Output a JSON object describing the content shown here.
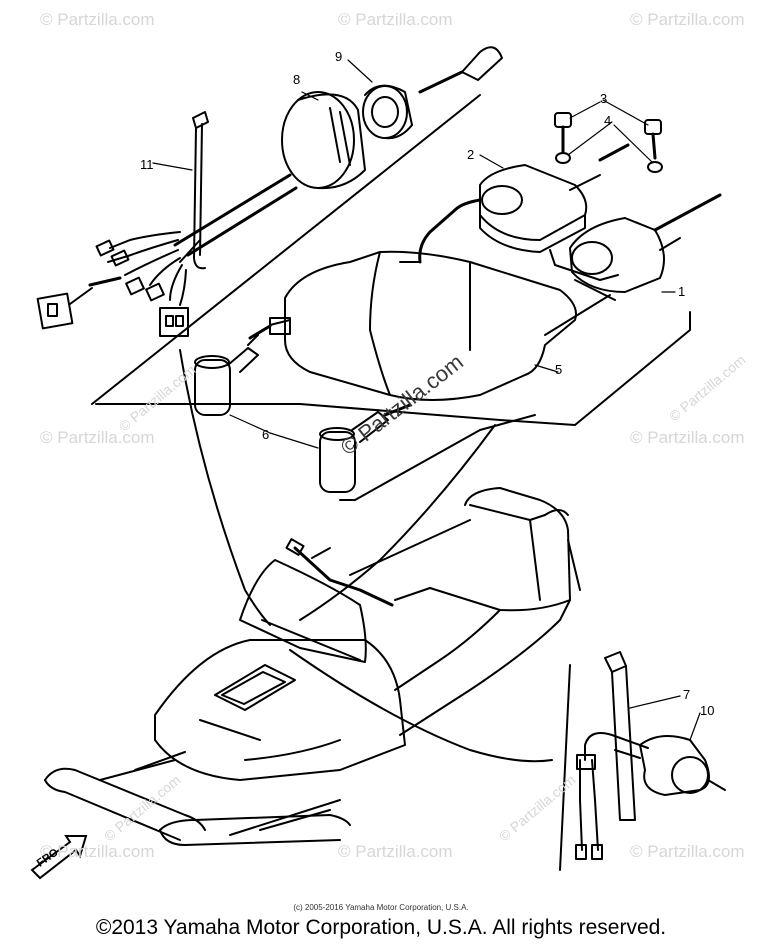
{
  "watermark": {
    "text": "© Partzilla.com"
  },
  "callouts": [
    "1",
    "2",
    "3",
    "4",
    "5",
    "6",
    "7",
    "8",
    "9",
    "10",
    "11"
  ],
  "front_label": "FRO",
  "small_copyright": "(c) 2005-2016 Yamaha Motor Corporation, U.S.A.",
  "footer_copyright": "©2013 Yamaha Motor Corporation, U.S.A. All rights reserved.",
  "colors": {
    "line": "#000000",
    "watermark": "#d6d6d6",
    "background": "#ffffff"
  }
}
